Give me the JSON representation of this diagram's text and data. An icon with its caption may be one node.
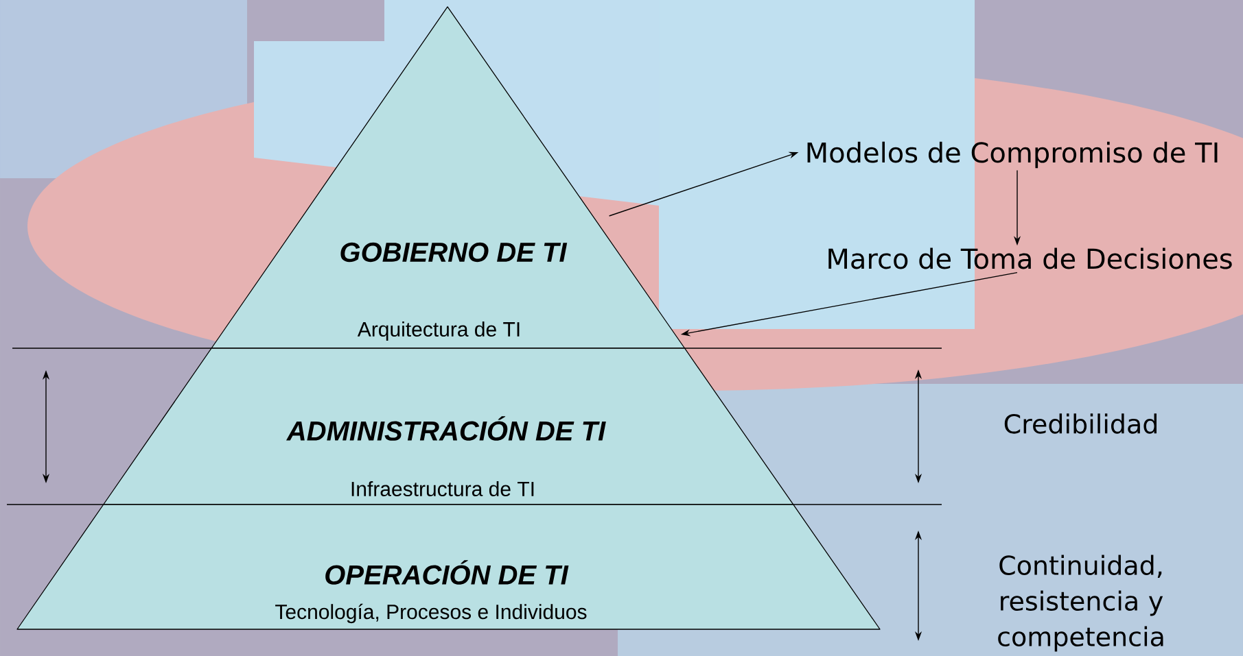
{
  "diagram": {
    "nodes": [
      {
        "text": [
          "GOBIERNO DE TI",
          "Arquitectura de TI"
        ]
      },
      {
        "text": [
          "ADMINISTRACIÓN DE TI",
          "Infraestructura de TI"
        ]
      },
      {
        "text": [
          "OPERACIÓN DE TI",
          "Tecnología, Procesos e Individuos"
        ]
      },
      {
        "text": [
          "Modelos de Compromiso de TI"
        ]
      },
      {
        "text": [
          "Marco de Toma de Decisiones"
        ]
      }
    ],
    "edges": [
      {
        "from": 0,
        "to": 3,
        "arrow": "to"
      },
      {
        "from": 3,
        "to": 4,
        "arrow": "to"
      },
      {
        "from": 4,
        "to": 0,
        "arrow": "to"
      }
    ],
    "labels": [
      "Credibilidad",
      "Continuidad, resistencia y competencia"
    ]
  }
}
